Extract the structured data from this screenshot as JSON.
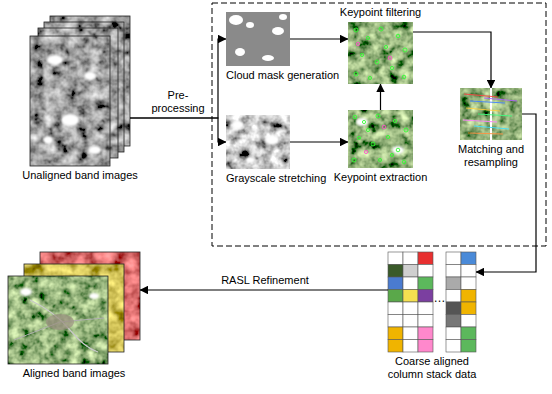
{
  "diagram": {
    "nodes": [
      {
        "text": [
          "Unaligned band images"
        ]
      },
      {
        "text": [
          "Cloud mask generation"
        ]
      },
      {
        "text": [
          "Grayscale stretching"
        ]
      },
      {
        "text": [
          "Keypoint filtering"
        ]
      },
      {
        "text": [
          "Keypoint extraction"
        ]
      },
      {
        "text": [
          "Matching and resampling"
        ]
      },
      {
        "text": [
          "Coarse aligned column stack data"
        ]
      },
      {
        "text": [
          "Aligned band images"
        ]
      }
    ],
    "edges": [
      {
        "from": 0,
        "to": 1,
        "arrow": "to",
        "label": "Pre- processing"
      },
      {
        "from": 0,
        "to": 2,
        "arrow": "to"
      },
      {
        "from": 1,
        "to": 3,
        "arrow": "to"
      },
      {
        "from": 2,
        "to": 4,
        "arrow": "to"
      },
      {
        "from": 4,
        "to": 3,
        "arrow": "to"
      },
      {
        "from": 3,
        "to": 5,
        "arrow": "to"
      },
      {
        "from": 5,
        "to": 6,
        "arrow": "to"
      },
      {
        "from": 6,
        "to": 7,
        "arrow": "to",
        "label": "RASL Refinement"
      }
    ],
    "labels": [
      "…"
    ]
  }
}
